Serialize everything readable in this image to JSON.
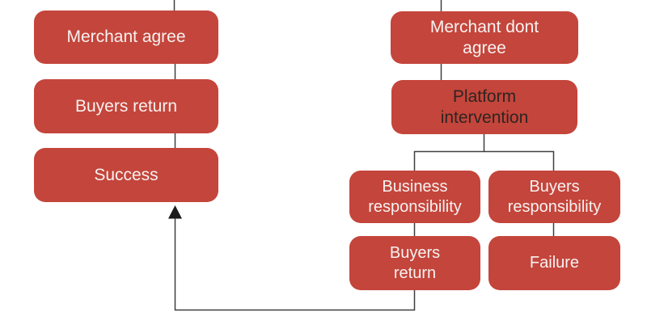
{
  "diagram": {
    "type": "flowchart",
    "colors": {
      "box_fill": "#c4453b",
      "connector": "#3f3f3f",
      "text_light": "#f7f2f1",
      "text_dark": "#2e2421",
      "background": "#ffffff"
    },
    "nodes": {
      "merchant_agree": {
        "label": "Merchant agree"
      },
      "buyers_return_left": {
        "label": "Buyers return"
      },
      "success": {
        "label": "Success"
      },
      "merchant_dont_agree": {
        "label": "Merchant dont\nagree"
      },
      "platform_intervention": {
        "label": "Platform\nintervention"
      },
      "business_responsibility": {
        "label": "Business\nresponsibility"
      },
      "buyers_responsibility": {
        "label": "Buyers\nresponsibility"
      },
      "buyers_return_right": {
        "label": "Buyers\nreturn"
      },
      "failure": {
        "label": "Failure"
      }
    },
    "edges": [
      {
        "from": "offscreen-top",
        "to": "merchant_agree",
        "arrow": false
      },
      {
        "from": "merchant_agree",
        "to": "buyers_return_left",
        "arrow": false
      },
      {
        "from": "buyers_return_left",
        "to": "success",
        "arrow": false
      },
      {
        "from": "offscreen-top",
        "to": "merchant_dont_agree",
        "arrow": false
      },
      {
        "from": "merchant_dont_agree",
        "to": "platform_intervention",
        "arrow": false
      },
      {
        "from": "platform_intervention",
        "to": "business_responsibility",
        "arrow": false
      },
      {
        "from": "platform_intervention",
        "to": "buyers_responsibility",
        "arrow": false
      },
      {
        "from": "business_responsibility",
        "to": "buyers_return_right",
        "arrow": false
      },
      {
        "from": "buyers_responsibility",
        "to": "failure",
        "arrow": false
      },
      {
        "from": "buyers_return_right",
        "to": "success",
        "arrow": true
      }
    ]
  }
}
